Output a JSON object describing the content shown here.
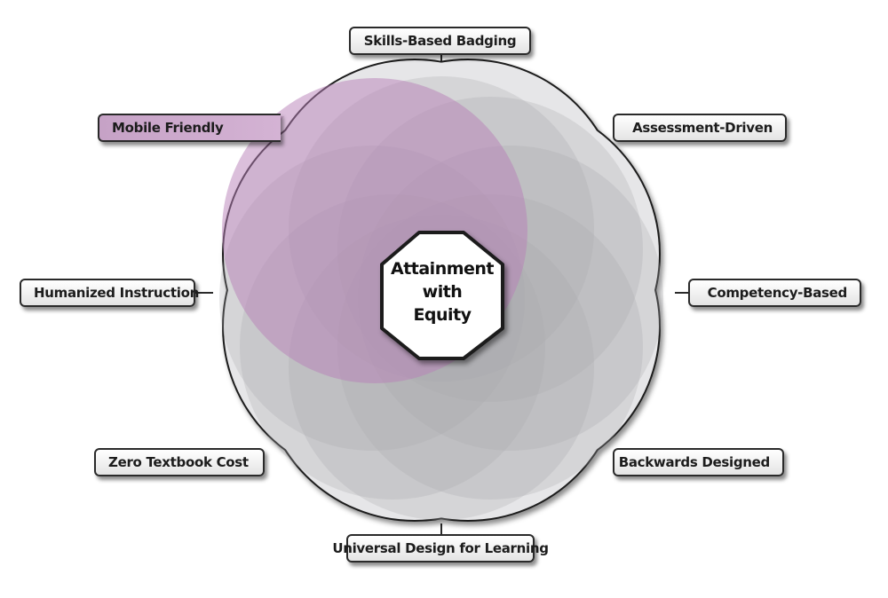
{
  "center": {
    "line1": "Attainment",
    "line2": "with",
    "line3": "Equity"
  },
  "labels": {
    "skills_based_badging": "Skills-Based Badging",
    "assessment_driven": "Assessment-Driven",
    "competency_based": "Competency-Based",
    "backwards_designed": "Backwards Designed",
    "universal_design": "Universal Design for Learning",
    "zero_textbook_cost": "Zero Textbook Cost",
    "humanized_instruction": "Humanized Instruction",
    "mobile_friendly": "Mobile Friendly"
  },
  "colors": {
    "highlight": "#c39cc3",
    "petal": "#b4b4b6",
    "background_disc": "#e4e4e6"
  },
  "highlighted_item": "Mobile Friendly"
}
